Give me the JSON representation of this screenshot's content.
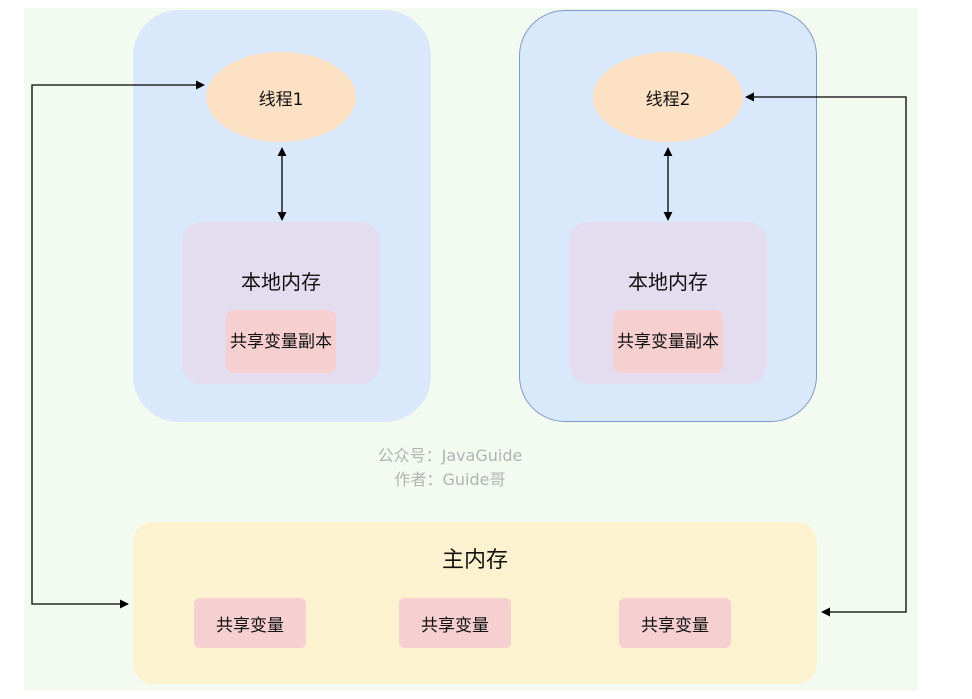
{
  "threads": [
    {
      "label": "线程1",
      "local_memory": "本地内存",
      "variable_copy": "共享变量副本"
    },
    {
      "label": "线程2",
      "local_memory": "本地内存",
      "variable_copy": "共享变量副本"
    }
  ],
  "watermark": {
    "line1": "公众号：JavaGuide",
    "line2": "作者：Guide哥"
  },
  "main_memory": {
    "title": "主内存",
    "shared_variables": [
      "共享变量",
      "共享变量",
      "共享变量"
    ]
  },
  "colors": {
    "background": "#f3fbf1",
    "thread_group": "#d9e8fb",
    "thread": "#fde1c4",
    "local_memory": "#e4dcef",
    "variable": "#f6cfd1",
    "main_memory": "#fdf2cf",
    "arrow": "#000000"
  }
}
